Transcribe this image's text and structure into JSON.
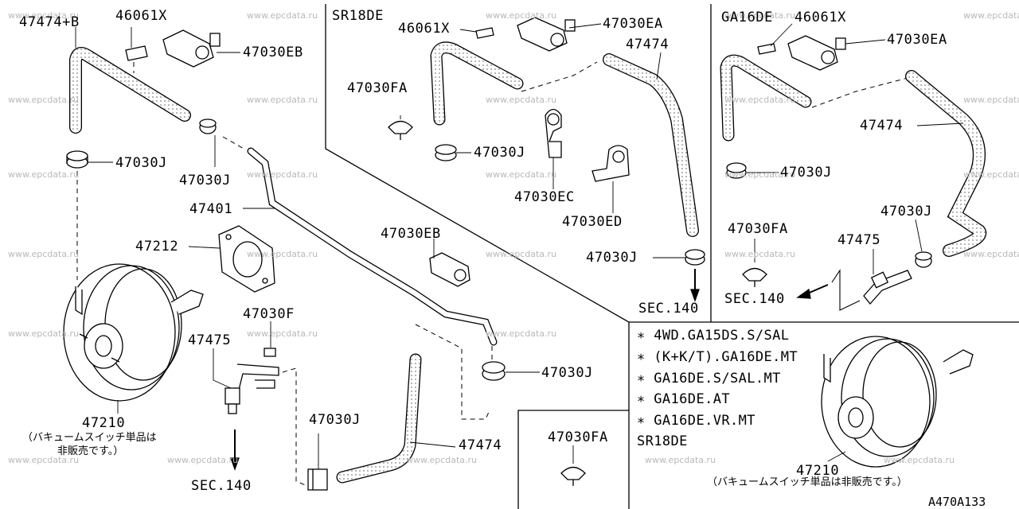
{
  "diagram": {
    "watermark": "www.epcdata.ru",
    "diagram_code": "A470A133",
    "parts": {
      "p47474_b": "47474+B",
      "p46061x_left": "46061X",
      "p47030eb_top": "47030EB",
      "p47030j_a": "47030J",
      "p47030j_b": "47030J",
      "p47401": "47401",
      "p47212": "47212",
      "p47030f": "47030F",
      "p47475_left": "47475",
      "p47210_left": "47210",
      "p47030j_c": "47030J",
      "p47474_bottom": "47474",
      "p47030j_d": "47030J",
      "p47030eb_mid": "47030EB",
      "p46061x_sr": "46061X",
      "p47030ea_sr": "47030EA",
      "p47474_sr": "47474",
      "p47030fa_sr": "47030FA",
      "p47030j_sr": "47030J",
      "p47030ec": "47030EC",
      "p47030ed": "47030ED",
      "p47030j_sr2": "47030J",
      "p46061x_ga": "46061X",
      "p47030ea_ga": "47030EA",
      "p47474_ga": "47474",
      "p47030j_ga": "47030J",
      "p47030j_ga2": "47030J",
      "p47475_ga": "47475",
      "p47030fa_ga": "47030FA",
      "p47030fa_bottom": "47030FA",
      "p47210_right": "47210"
    },
    "sections": {
      "sr18de": "SR18DE",
      "ga16de": "GA16DE"
    },
    "sec_refs": {
      "left": "SEC.140",
      "sr": "SEC.140",
      "ga": "SEC.140"
    },
    "notes": [
      "∗ 4WD.GA15DS.S/SAL",
      "∗ (K+K/T).GA16DE.MT",
      "∗ GA16DE.S/SAL.MT",
      "∗ GA16DE.AT",
      "∗ GA16DE.VR.MT",
      "SR18DE"
    ],
    "footnote_left_1": "（バキュームスイッチ単品は",
    "footnote_left_2": "非販売です。）",
    "footnote_right": "（バキュームスイッチ単品は非販売です。）"
  }
}
